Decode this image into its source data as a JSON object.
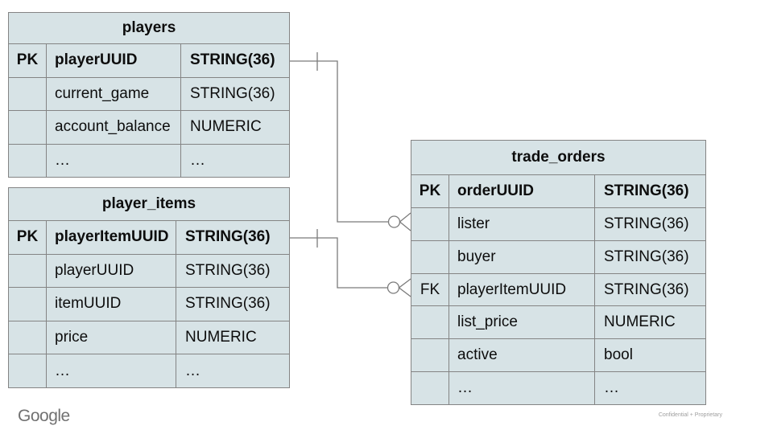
{
  "branding": {
    "logo_text": "Google",
    "footer_note": "Confidential + Proprietary"
  },
  "colors": {
    "cell_fill": "#d7e3e6",
    "border": "#848484",
    "connector": "#7b7b7b",
    "text": "#0d0d0d",
    "muted": "#9e9e9e",
    "logo": "#717171",
    "bg": "#ffffff"
  },
  "tables": {
    "players": {
      "title": "players",
      "rows": [
        {
          "key": "PK",
          "name": "playerUUID",
          "type": "STRING(36)"
        },
        {
          "key": "",
          "name": "current_game",
          "type": "STRING(36)"
        },
        {
          "key": "",
          "name": "account_balance",
          "type": "NUMERIC"
        },
        {
          "key": "",
          "name": "…",
          "type": "…"
        }
      ]
    },
    "player_items": {
      "title": "player_items",
      "rows": [
        {
          "key": "PK",
          "name": "playerItemUUID",
          "type": "STRING(36)"
        },
        {
          "key": "",
          "name": "playerUUID",
          "type": "STRING(36)"
        },
        {
          "key": "",
          "name": "itemUUID",
          "type": "STRING(36)"
        },
        {
          "key": "",
          "name": "price",
          "type": "NUMERIC"
        },
        {
          "key": "",
          "name": "…",
          "type": "…"
        }
      ]
    },
    "trade_orders": {
      "title": "trade_orders",
      "rows": [
        {
          "key": "PK",
          "name": "orderUUID",
          "type": "STRING(36)"
        },
        {
          "key": "",
          "name": "lister",
          "type": "STRING(36)"
        },
        {
          "key": "",
          "name": "buyer",
          "type": "STRING(36)"
        },
        {
          "key": "FK",
          "name": "playerItemUUID",
          "type": "STRING(36)"
        },
        {
          "key": "",
          "name": "list_price",
          "type": "NUMERIC"
        },
        {
          "key": "",
          "name": "active",
          "type": "bool"
        },
        {
          "key": "",
          "name": "…",
          "type": "…"
        }
      ]
    }
  },
  "relationships": [
    {
      "from": "players.playerUUID",
      "to": "trade_orders.lister",
      "from_cardinality": "one",
      "to_cardinality": "zero-or-many"
    },
    {
      "from": "player_items.playerItemUUID",
      "to": "trade_orders.playerItemUUID",
      "from_cardinality": "one",
      "to_cardinality": "zero-or-many"
    }
  ]
}
